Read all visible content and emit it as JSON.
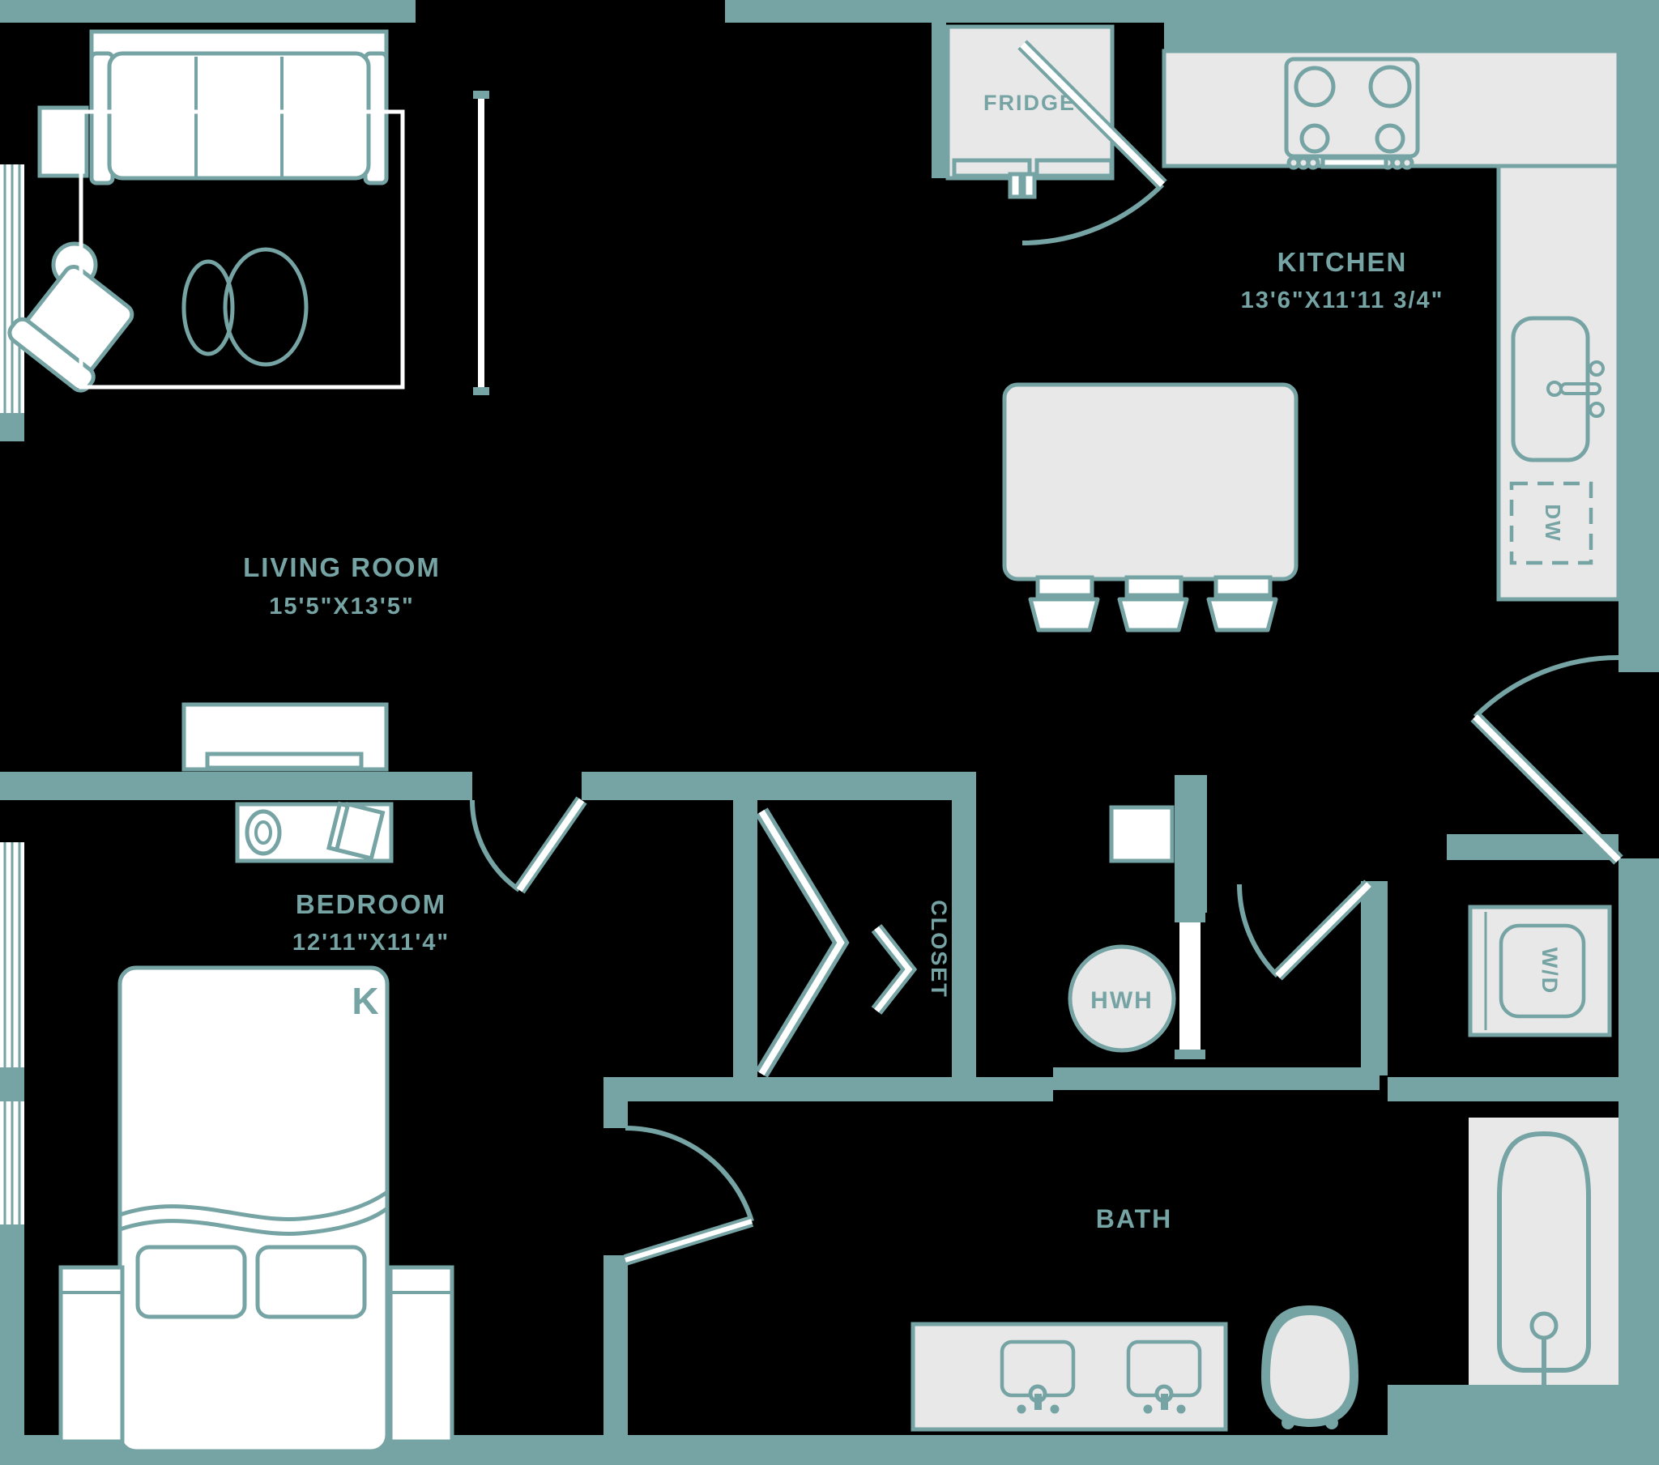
{
  "title": "One-bedroom apartment floor plan",
  "colors": {
    "teal": "#76A3A3",
    "gray": "#E8E8E8",
    "white": "#FFFFFF",
    "bg": "#000000"
  },
  "rooms": {
    "living_room": {
      "name": "LIVING ROOM",
      "dims": "15'5\"X13'5\""
    },
    "kitchen": {
      "name": "KITCHEN",
      "dims": "13'6\"X11'11 3/4\""
    },
    "bedroom": {
      "name": "BEDROOM",
      "dims": "12'11\"X11'4\""
    },
    "bath": {
      "name": "BATH"
    },
    "closet": {
      "name": "CLOSET"
    }
  },
  "fixtures": {
    "fridge": "FRIDGE",
    "dishwasher": "DW",
    "washer_dryer": "W/D",
    "hot_water_heater": "HWH",
    "bed_size": "K"
  }
}
